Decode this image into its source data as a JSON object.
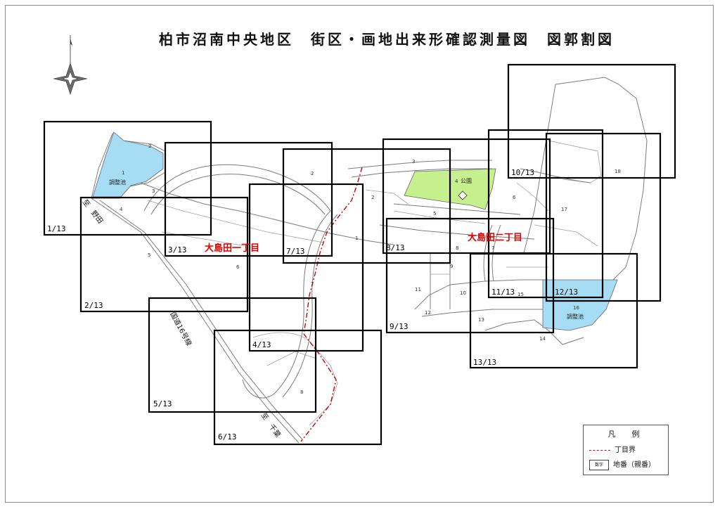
{
  "title": "柏市沼南中央地区　街区・画地出来形確認測量図　図郭割図",
  "colors": {
    "pond_fill": "#a7dcf5",
    "park_fill": "#c6ef8e",
    "boundary_line": "#d00000",
    "district_label": "#e00000",
    "sheet_border": "#000000"
  },
  "compass": {
    "icon": "compass-rose-icon"
  },
  "sheets": [
    "1/13",
    "2/13",
    "3/13",
    "4/13",
    "5/13",
    "6/13",
    "7/13",
    "8/13",
    "9/13",
    "10/13",
    "11/13",
    "12/13",
    "13/13"
  ],
  "districts": [
    "大島田一丁目",
    "大島田二丁目"
  ],
  "parcels": [
    "1",
    "2",
    "3",
    "4",
    "5",
    "6",
    "7",
    "8",
    "9",
    "10",
    "11",
    "12",
    "13",
    "14",
    "15",
    "16",
    "17",
    "18"
  ],
  "lot_numbers_west": [
    "2",
    "3",
    "4",
    "5",
    "6"
  ],
  "lot_numbers_mid": [
    "2",
    "2",
    "3",
    "5",
    "6",
    "7",
    "8"
  ],
  "named_areas": {
    "pond_west": "調整池",
    "pond_east": "調整池",
    "park": "公園"
  },
  "road_labels": {
    "to_noda": "至　野田",
    "route16": "国道16号線",
    "to_chiba": "至　千葉"
  },
  "legend": {
    "title": "凡　例",
    "boundary": "丁目界",
    "lot_sample": "数字",
    "lot": "地番（親番）"
  }
}
